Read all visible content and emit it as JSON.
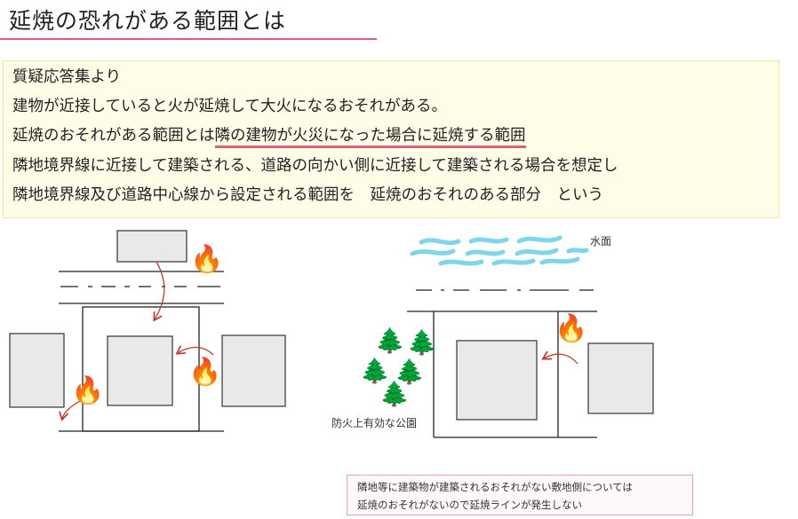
{
  "header": {
    "title": "延焼の恐れがある範囲とは"
  },
  "note": {
    "lines": [
      "質疑応答集より",
      "建物が近接していると火が延焼して大火になるおそれがある。",
      "延焼のおそれがある範囲とは",
      "隣地境界線に近接して建築される、道路の向かい側に近接して建築される場合を想定し",
      "隣地境界線及び道路中心線から設定される範囲を　延焼のおそれのある部分　という"
    ],
    "highlight": "隣の建物が火災になった場合に延焼する範囲"
  },
  "diagram_right": {
    "water_label": "水面",
    "park_label": "防火上有効な公園"
  },
  "caption": {
    "line1": "隣地等に建築物が建築されるおそれがない敷地側については",
    "line2": "延焼のおそれがないので延焼ラインが発生しない"
  },
  "glyphs": {
    "fire": "🔥",
    "tree": "🌲"
  },
  "colors": {
    "accent": "#d9607a",
    "arrow": "#c0392b",
    "water": "#7fd6ec",
    "building_fill": "#e9e9e9"
  }
}
